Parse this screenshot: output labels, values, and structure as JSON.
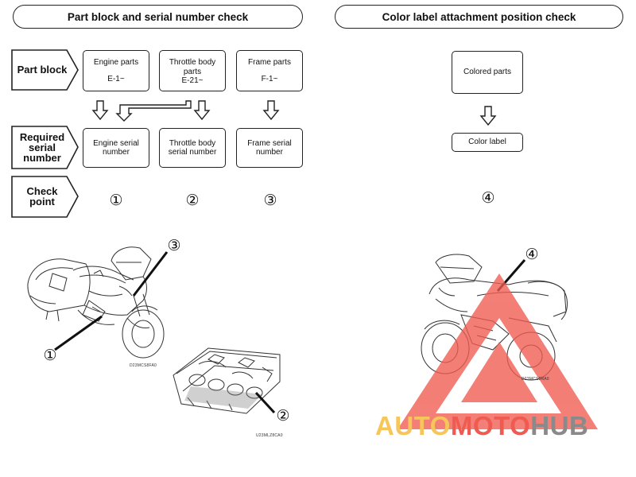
{
  "left_header": "Part block and serial number check",
  "right_header": "Color label attachment position check",
  "row_labels": {
    "part_block": "Part block",
    "required_serial_number": [
      "Required",
      "serial",
      "number"
    ],
    "check_point": [
      "Check",
      "point"
    ]
  },
  "part_blocks": [
    {
      "name": "Engine parts",
      "code": "E-1~"
    },
    {
      "name": "Throttle body parts",
      "code": "E-21~"
    },
    {
      "name": "Frame parts",
      "code": "F-1~"
    }
  ],
  "serial_numbers": [
    [
      "Engine serial",
      "number"
    ],
    [
      "Throttle body",
      "serial number"
    ],
    [
      "Frame serial",
      "number"
    ]
  ],
  "check_points": [
    "①",
    "②",
    "③"
  ],
  "colored_parts": "Colored parts",
  "color_label": "Color label",
  "color_check_point": "④",
  "illustration_callouts": {
    "left_bike_top": "③",
    "left_bike_bottom": "①",
    "throttle_body": "②",
    "right_bike": "④"
  },
  "figure_codes": {
    "left_bike": "D23MCS8FA0",
    "throttle_body": "U23MLZ8CA0",
    "right_bike": "D23MCS8RA0"
  },
  "watermark": {
    "part1": "AUTO",
    "part2": "MOTO",
    "part3": "HUB"
  },
  "colors": {
    "line": "#222222",
    "watermark_yellow": "#f6c65a",
    "watermark_red": "#ef5b50",
    "watermark_gray": "#8a8a8a"
  }
}
